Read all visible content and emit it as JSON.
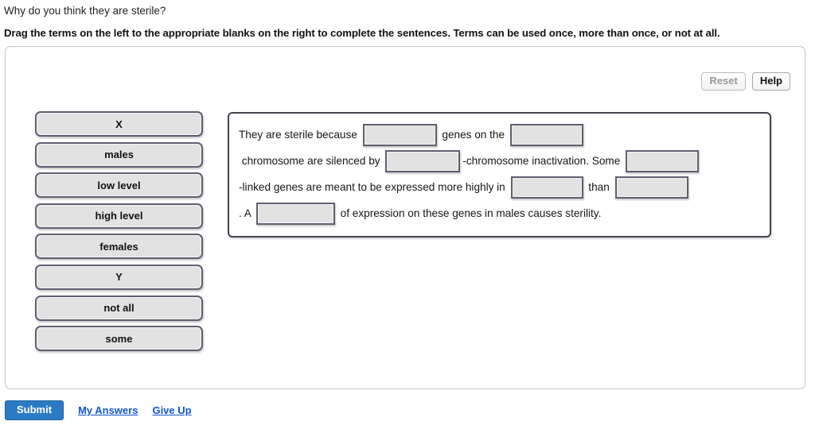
{
  "header": {
    "question": "Why do you think they are sterile?",
    "instructions": "Drag the terms on the left to the appropriate blanks on the right to complete the sentences. Terms can be used once, more than once, or not at all."
  },
  "toolbar": {
    "reset_label": "Reset",
    "help_label": "Help",
    "reset_disabled": true
  },
  "terms": [
    {
      "label": "X"
    },
    {
      "label": "males"
    },
    {
      "label": "low level"
    },
    {
      "label": "high level"
    },
    {
      "label": "females"
    },
    {
      "label": "Y"
    },
    {
      "label": "not all"
    },
    {
      "label": "some"
    }
  ],
  "sentence": {
    "segments": [
      {
        "type": "text",
        "value": "They are sterile because "
      },
      {
        "type": "blank",
        "value": "",
        "width": 93
      },
      {
        "type": "text",
        "value": " genes on the "
      },
      {
        "type": "blank",
        "value": "",
        "width": 92
      },
      {
        "type": "text",
        "value": " chromosome are silenced by "
      },
      {
        "type": "blank",
        "value": "",
        "width": 94
      },
      {
        "type": "text",
        "value": "-chromosome inactivation. Some "
      },
      {
        "type": "blank",
        "value": "",
        "width": 92
      },
      {
        "type": "text",
        "value": "-linked genes are meant to be expressed more highly in "
      },
      {
        "type": "blank",
        "value": "",
        "width": 91
      },
      {
        "type": "text",
        "value": " than "
      },
      {
        "type": "blank",
        "value": "",
        "width": 92
      },
      {
        "type": "text",
        "value": ". A "
      },
      {
        "type": "blank",
        "value": "",
        "width": 99
      },
      {
        "type": "text",
        "value": " of expression on these genes in males causes sterility."
      }
    ]
  },
  "footer": {
    "submit_label": "Submit",
    "my_answers_label": "My Answers",
    "give_up_label": "Give Up"
  },
  "colors": {
    "submit_blue": "#2b7bc4",
    "link_blue": "#1155cc",
    "term_fill": "#e2e2e2",
    "term_border": "#5f5f70",
    "panel_border": "#44444f"
  }
}
